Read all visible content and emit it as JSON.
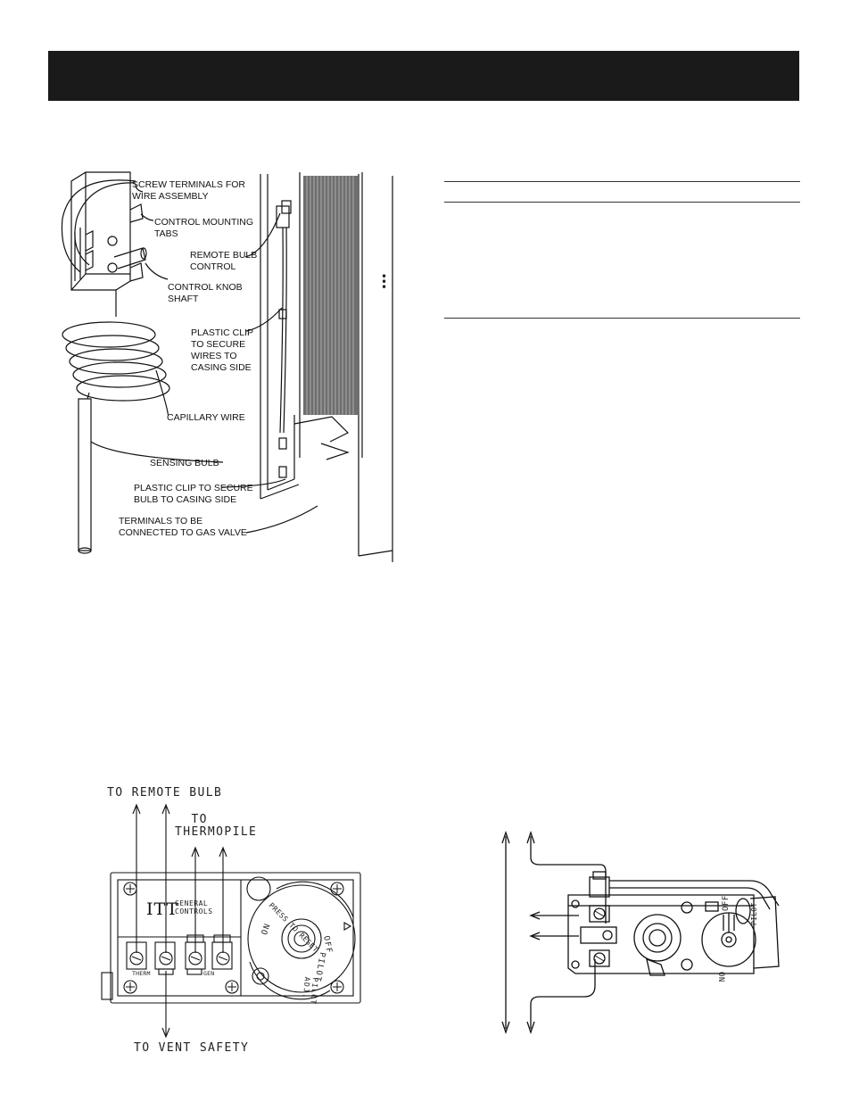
{
  "header": {
    "title": ""
  },
  "figure_remote_bulb": {
    "labels": {
      "screw_terminals": "SCREW TERMINALS FOR\nWIRE ASSEMBLY",
      "mounting_tabs": "CONTROL MOUNTING\nTABS",
      "remote_bulb_control": "REMOTE BULB\nCONTROL",
      "knob_shaft": "CONTROL KNOB\nSHAFT",
      "plastic_clip_wires": "PLASTIC CLIP\nTO SECURE\nWIRES TO\nCASING SIDE",
      "capillary_wire": "CAPILLARY WIRE",
      "sensing_bulb": "SENSING BULB",
      "plastic_clip_bulb": "PLASTIC CLIP TO SECURE\nBULB TO CASING SIDE",
      "terminals_gas_valve": "TERMINALS TO BE\nCONNECTED TO GAS VALVE"
    }
  },
  "figure_itt_valve": {
    "labels": {
      "to_remote_bulb": "TO REMOTE BULB",
      "to_thermopile": "  TO\nTHERMOPILE",
      "to_vent_safety": "TO VENT SAFETY",
      "brand": "ITT",
      "brand_sub": "GENERAL\nCONTROLS",
      "therm": "THERM",
      "gen": "GEN",
      "press_to_reset": "PRESS TO RESET",
      "off": "OFF",
      "pilot": "PILOT",
      "on": "ON",
      "pilot_adj": "PILOT\nADJ."
    }
  },
  "figure_second_valve": {
    "labels": {
      "knob_off": "OFF",
      "knob_on": "ON",
      "knob_pilot": "PILOT"
    }
  }
}
